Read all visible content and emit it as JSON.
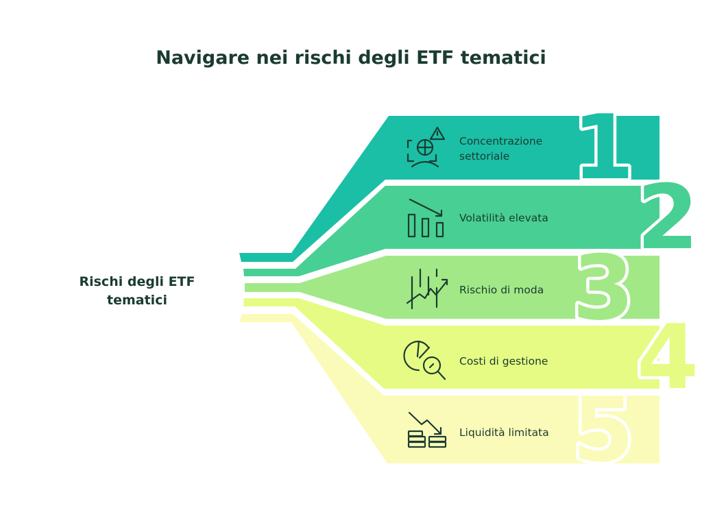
{
  "title": "Navigare nei rischi degli ETF tematici",
  "root": {
    "line1": "Rischi degli ETF",
    "line2": "tematici"
  },
  "colors": {
    "band1": "#1abfa6",
    "band2": "#48cf93",
    "band3": "#a2e887",
    "band4": "#e6fb84",
    "band5": "#fafbb9",
    "text": "#1b3b30"
  },
  "items": [
    {
      "number": "1",
      "line1": "Concentrazione",
      "line2": "settoriale",
      "icon": "globe-warning-icon"
    },
    {
      "number": "2",
      "label": "Volatilità elevata",
      "icon": "bar-chart-down-icon"
    },
    {
      "number": "3",
      "label": "Rischio di moda",
      "icon": "trend-up-chart-icon"
    },
    {
      "number": "4",
      "label": "Costi di gestione",
      "icon": "pie-chart-search-icon"
    },
    {
      "number": "5",
      "label": "Liquidità limitata",
      "icon": "coins-down-icon"
    }
  ]
}
